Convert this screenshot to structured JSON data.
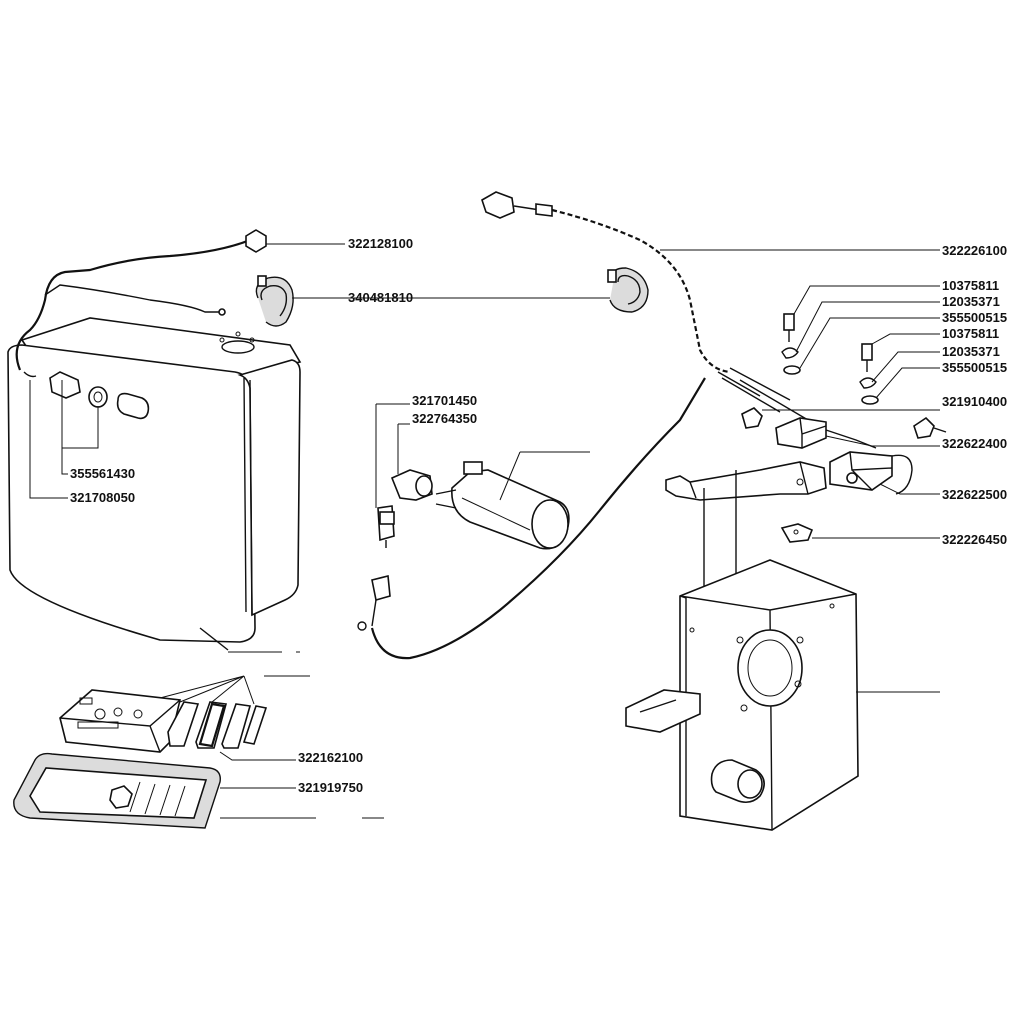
{
  "diagram": {
    "part_numbers": {
      "p322128100": "322128100",
      "p340481810": "340481810",
      "p355561430": "355561430",
      "p321708050": "321708050",
      "p321701450": "321701450",
      "p322764350": "322764350",
      "p322162100": "322162100",
      "p321919750": "321919750",
      "p322226100": "322226100",
      "p10375811a": "10375811",
      "p12035371a": "12035371",
      "p355500515a": "355500515",
      "p10375811b": "10375811",
      "p12035371b": "12035371",
      "p355500515b": "355500515",
      "p321910400": "321910400",
      "p322622400": "322622400",
      "p322622500": "322622500",
      "p322226450": "322226450"
    }
  }
}
